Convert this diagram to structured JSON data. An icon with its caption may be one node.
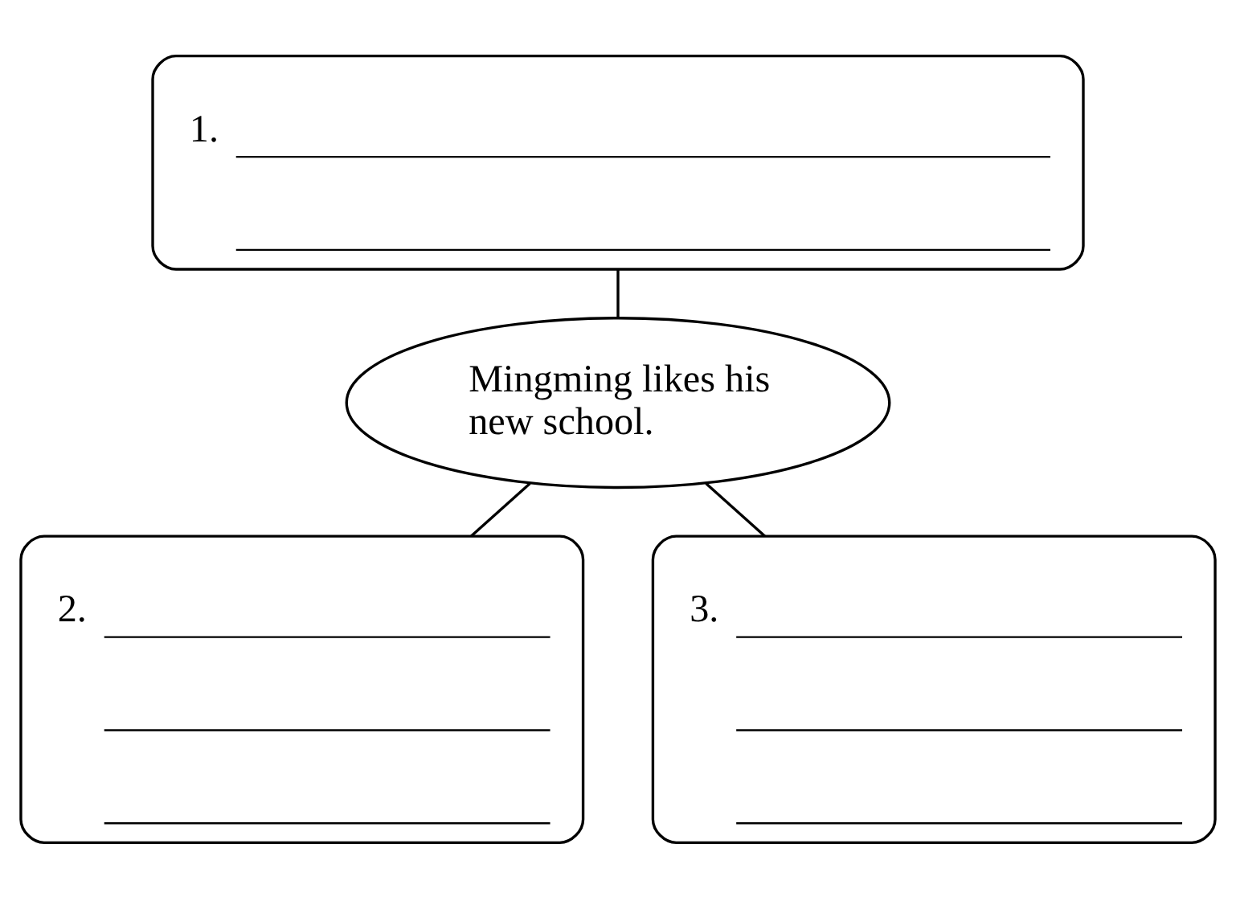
{
  "diagram": {
    "nodes": [
      {
        "text": [
          "1."
        ]
      },
      {
        "text": [
          "Mingming likes his new school."
        ]
      },
      {
        "text": [
          "2."
        ]
      },
      {
        "text": [
          "3."
        ]
      }
    ],
    "edges": [
      {
        "from": 0,
        "to": 1,
        "arrow": "none"
      },
      {
        "from": 1,
        "to": 2,
        "arrow": "none"
      },
      {
        "from": 1,
        "to": 3,
        "arrow": "none"
      }
    ]
  }
}
